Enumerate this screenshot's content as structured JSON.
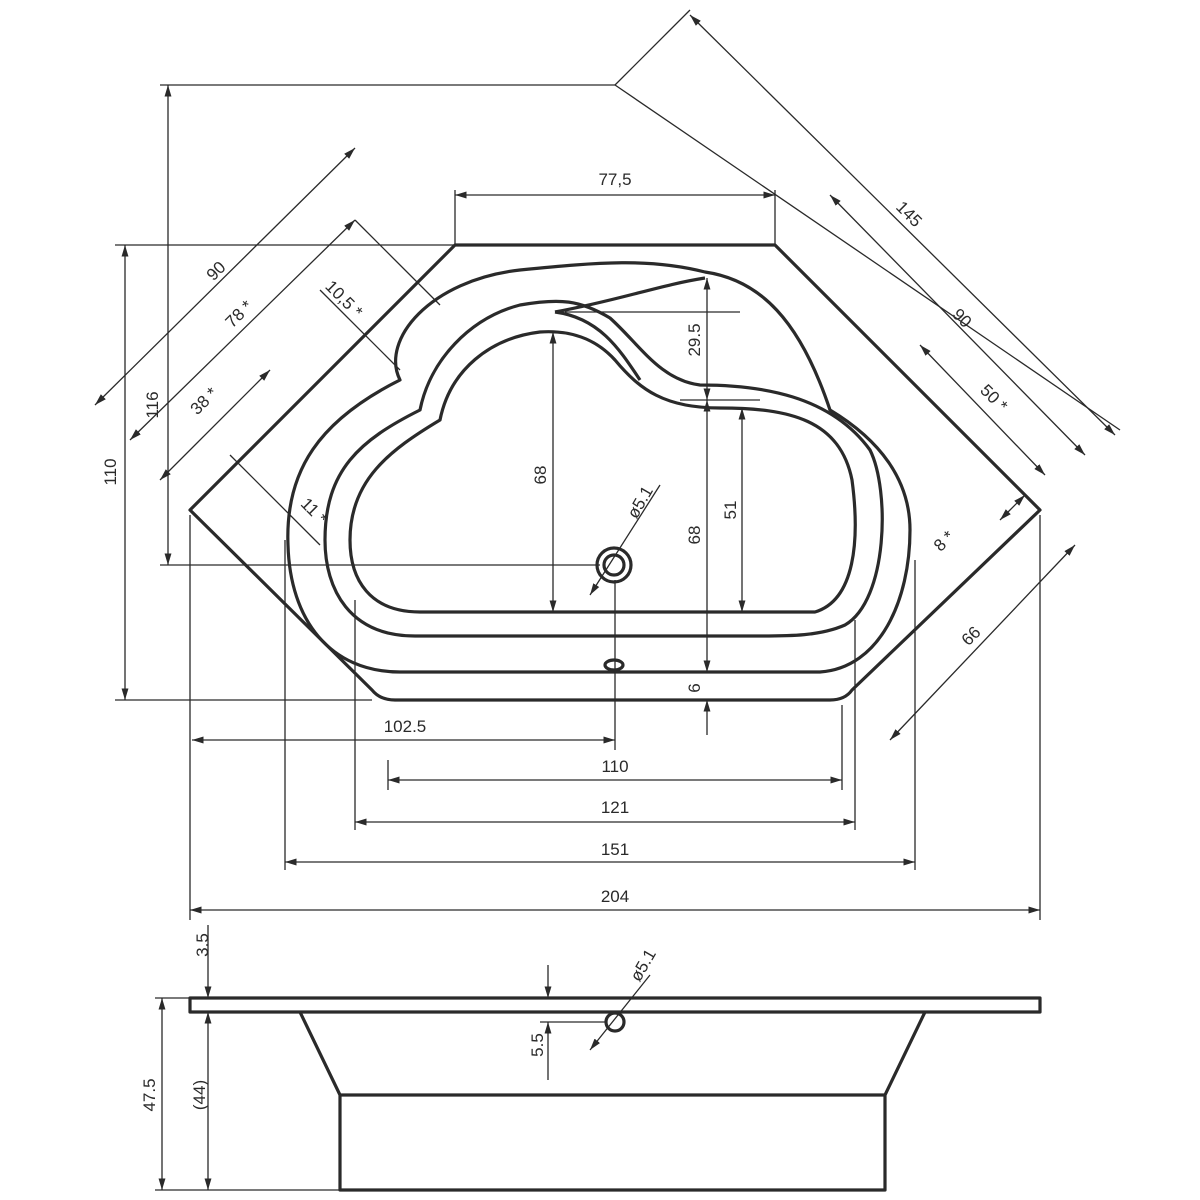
{
  "title": "Corner bathtub technical drawing",
  "stroke_color": "#2a2a2a",
  "plan_view": {
    "dimensions": {
      "top_edge": "77,5",
      "diagonal_overall": "145",
      "left_diag_90": "90",
      "left_78": "78 *",
      "left_10_5": "10,5 *",
      "height_116": "116",
      "left_38": "38 *",
      "height_110": "110",
      "left_11": "11 *",
      "seat_29_5": "29.5",
      "basin_68_left": "68",
      "drain_diameter": "ø5.1",
      "basin_68_right": "68",
      "basin_51": "51",
      "right_diag_90": "90",
      "right_50": "50 *",
      "right_8": "8 *",
      "right_66": "66",
      "bottom_6": "6",
      "drain_offset": "102.5",
      "width_110": "110",
      "width_121": "121",
      "width_151": "151",
      "width_204": "204"
    }
  },
  "side_view": {
    "dimensions": {
      "rim_3_5": "3.5",
      "overflow_diameter": "ø5.1",
      "height_47_5": "47.5",
      "depth_44": "(44)",
      "overflow_5_5": "5.5"
    }
  }
}
